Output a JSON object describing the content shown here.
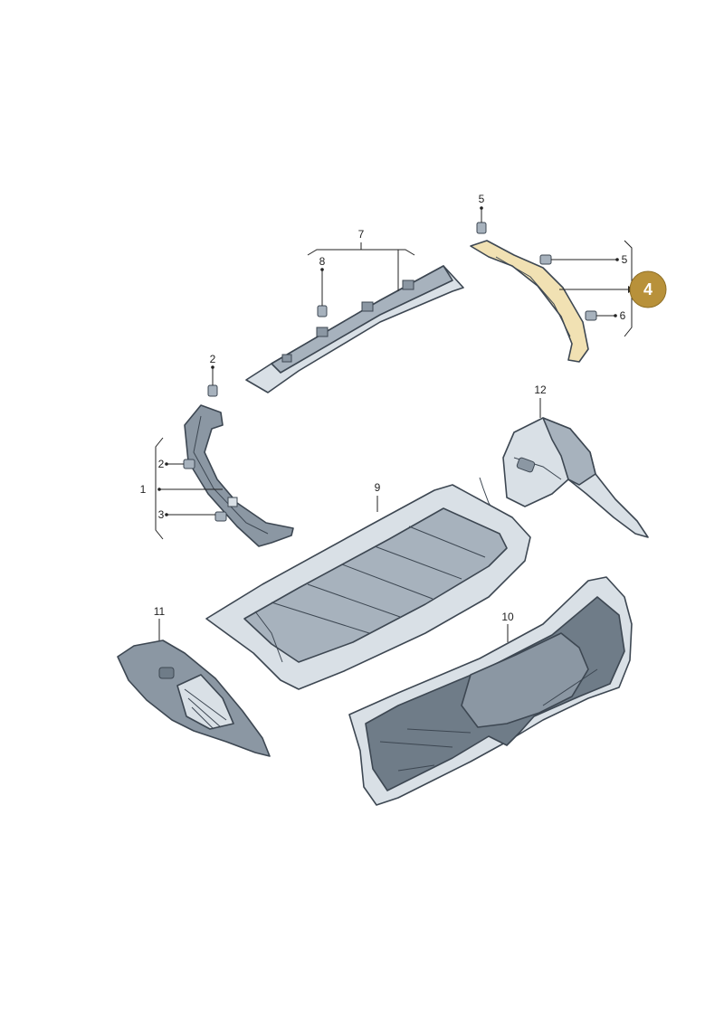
{
  "diagram": {
    "callouts": [
      {
        "id": "1",
        "label": "1"
      },
      {
        "id": "2a",
        "label": "2"
      },
      {
        "id": "2b",
        "label": "2"
      },
      {
        "id": "3",
        "label": "3"
      },
      {
        "id": "5a",
        "label": "5"
      },
      {
        "id": "5b",
        "label": "5"
      },
      {
        "id": "6",
        "label": "6"
      },
      {
        "id": "7",
        "label": "7"
      },
      {
        "id": "8",
        "label": "8"
      },
      {
        "id": "9",
        "label": "9"
      },
      {
        "id": "10",
        "label": "10"
      },
      {
        "id": "11",
        "label": "11"
      },
      {
        "id": "12",
        "label": "12"
      }
    ],
    "highlight": {
      "label": "4",
      "color": "#b8913a",
      "part_fill": "#f1e1b3",
      "part_stroke": "#c8a24a"
    },
    "colors": {
      "part_fill": "#d9e0e6",
      "part_shade": "#a7b2bd",
      "part_dark": "#6f7c88",
      "line": "#3d4752"
    }
  }
}
